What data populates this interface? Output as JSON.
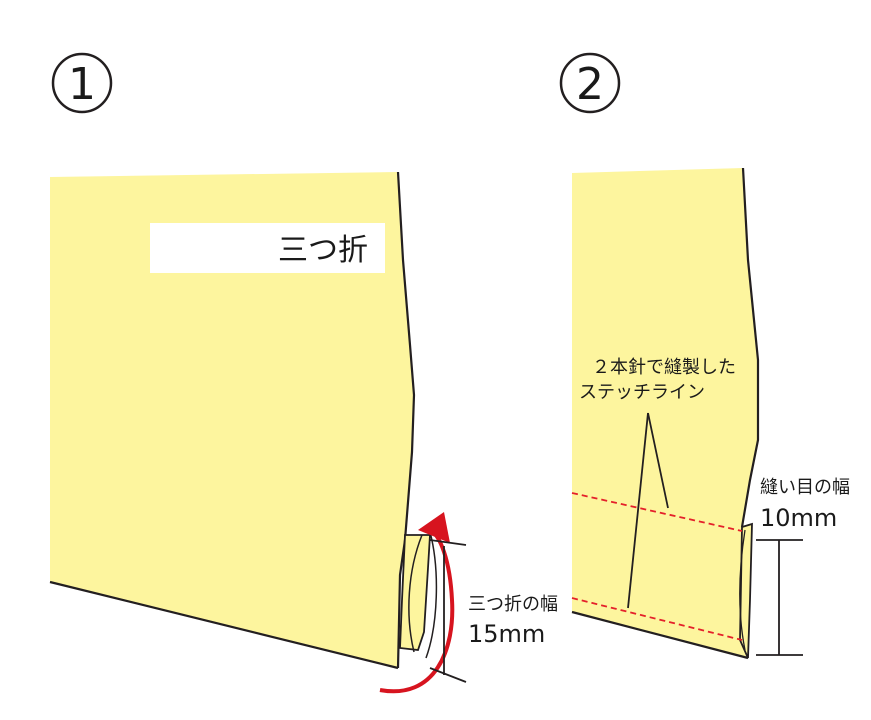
{
  "panel1": {
    "step_number": "1",
    "title_box_text": "三つ折",
    "width_label": "三つ折の幅",
    "width_value": "15mm"
  },
  "panel2": {
    "step_number": "2",
    "stitch_label_line1": "２本針で縫製した",
    "stitch_label_line2": "ステッチライン",
    "seam_label": "縫い目の幅",
    "seam_value": "10mm"
  },
  "colors": {
    "fabric": "#fdf59e",
    "outline": "#231f20",
    "arrow": "#d7141f",
    "stitch": "#e4202a",
    "label_box": "#ffffff"
  }
}
